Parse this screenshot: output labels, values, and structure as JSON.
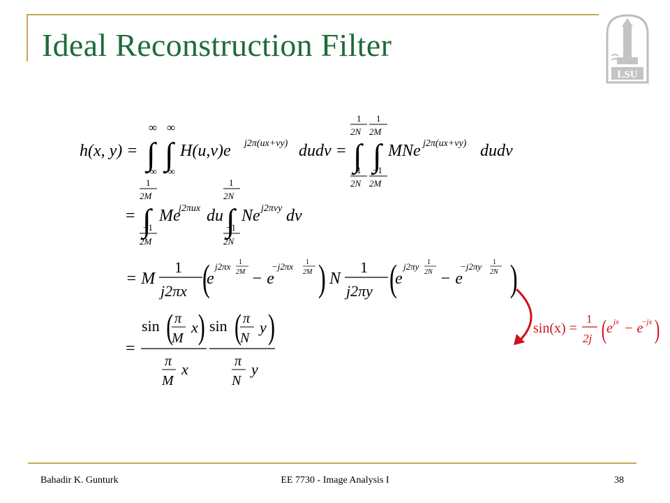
{
  "slide": {
    "title": "Ideal Reconstruction Filter",
    "logo_text": "LSU"
  },
  "footer": {
    "author": "Bahadir K. Gunturk",
    "course": "EE 7730 - Image Analysis I",
    "page_number": "38"
  },
  "colors": {
    "title": "#1e6b3a",
    "frame": "#c8a75a",
    "annotation": "#d0101a"
  },
  "equations": {
    "eq1_lhs": "h(x, y) =",
    "eq1_integrand": "H(u,v)e",
    "eq1_exp": "j2π(ux+vy)",
    "eq1_diff": "dudv =",
    "eq1_integrand2": "MNe",
    "eq1_exp2": "j2π(ux+vy)",
    "eq1_diff2": "dudv",
    "limit_inf": "∞",
    "limit_neg_inf": "−∞",
    "lim_num_1": "1",
    "lim_num_neg1": "−1",
    "lim_den_2N": "2N",
    "lim_den_2M": "2M",
    "eq2_eq": "=",
    "eq2_t1": "Me",
    "eq2_e1": "j2πux",
    "eq2_d1": "du",
    "eq2_t2": "Ne",
    "eq2_e2": "j2πvy",
    "eq2_d2": "dv",
    "eq3_eq": "= M",
    "eq3_one": "1",
    "eq3_den1": "j2πx",
    "eq3_e": "e",
    "eq3_exp1a": "j2πx",
    "eq3_minus": "− e",
    "eq3_exp1b": "−j2πx",
    "eq3_N": "N",
    "eq3_den2": "j2πy",
    "eq3_exp2a": "j2πy",
    "eq3_exp2b": "−j2πy",
    "frac_1": "1",
    "frac_2M": "2M",
    "frac_2N": "2N",
    "eq4_eq": "=",
    "eq4_sin": "sin",
    "eq4_pi": "π",
    "eq4_M": "M",
    "eq4_N": "N",
    "eq4_x": "x",
    "eq4_y": "y"
  },
  "annotation": {
    "lhs": "sin(x) =",
    "num": "1",
    "den": "2j",
    "e1": "e",
    "e1_exp": "jx",
    "minus": "− e",
    "e2_exp": "−jx"
  }
}
